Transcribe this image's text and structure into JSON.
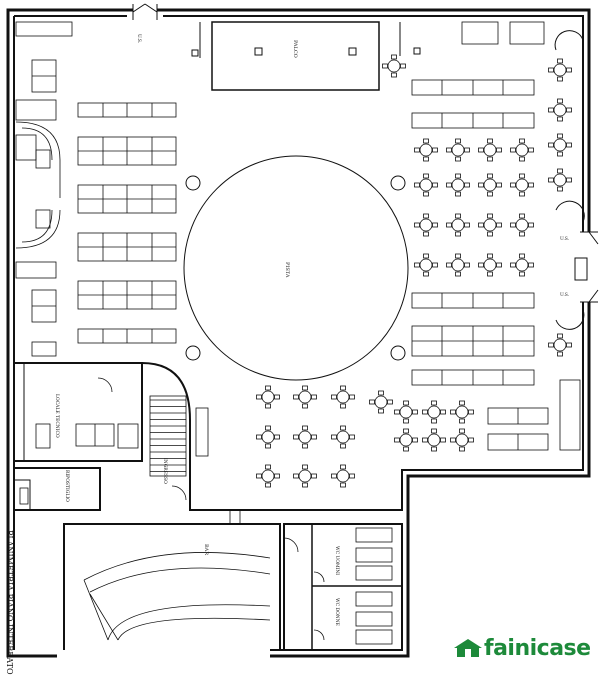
{
  "title": "PLANIMETRIA PIANO INTERRATO",
  "rooms": {
    "palco": "PALCO",
    "pista": "PISTA",
    "locale_tecnico": "LOCALE TECNICO",
    "ripostiglio": "RIPOSTIGLIO",
    "scale": "INGRESSO",
    "bar": "BAR",
    "wc_uomini": "WC UOMINI",
    "wc_donne": "WC DONNE"
  },
  "exit_labels": {
    "exit_top": "U.S.",
    "exit_right_1": "U.S.",
    "exit_right_2": "U.S."
  },
  "brand": {
    "name": "fainicase",
    "color": "#1d8a3a"
  }
}
